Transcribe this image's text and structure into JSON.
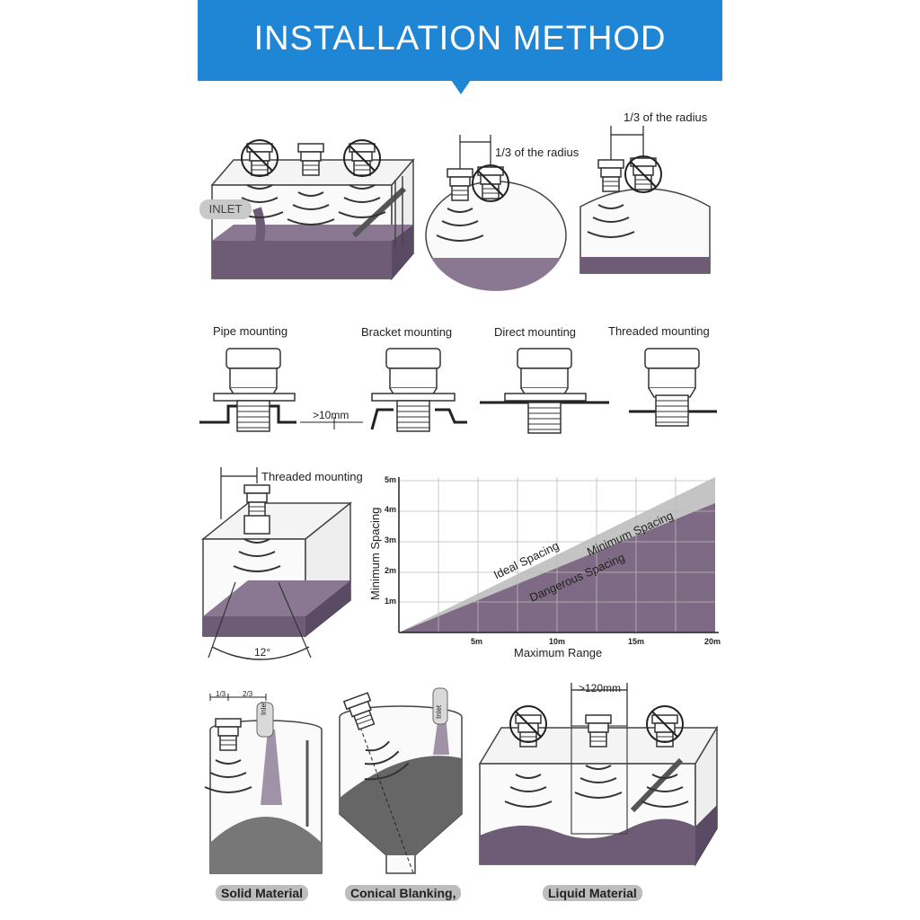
{
  "header": {
    "title": "INSTALLATION METHOD"
  },
  "top": {
    "inlet": "INLET",
    "radius_label_1": "1/3 of the radius",
    "radius_label_2": "1/3 of the radius"
  },
  "mounting": {
    "pipe": "Pipe mounting",
    "bracket": "Bracket mounting",
    "direct": "Direct mounting",
    "threaded": "Threaded mounting",
    "gap": ">10mm"
  },
  "beam": {
    "label": "Threaded mounting",
    "angle": "12°"
  },
  "chart_data": {
    "type": "area",
    "xlabel": "Maximum Range",
    "ylabel": "Minimum Spacing",
    "x_ticks": [
      "5m",
      "10m",
      "15m",
      "20m"
    ],
    "y_ticks": [
      "1m",
      "2m",
      "3m",
      "4m",
      "5m"
    ],
    "xlim": [
      0,
      20
    ],
    "ylim": [
      0,
      5
    ],
    "grid": true,
    "series": [
      {
        "name": "Dangerous Spacing",
        "x": [
          0,
          20
        ],
        "y": [
          0,
          4.2
        ]
      },
      {
        "name": "Minimum Spacing",
        "x": [
          0,
          20
        ],
        "y": [
          0,
          5
        ]
      }
    ],
    "annotations": [
      "Ideal Spacing",
      "Minimum Spacing",
      "Dangerous Spacing"
    ],
    "colors": {
      "dangerous": "#7e6a85",
      "minimum": "#c4c4c4"
    }
  },
  "bottom": {
    "solid": "Solid Material",
    "conical": "Conical Blanking,",
    "liquid": "Liquid Material",
    "gap": ">120mm",
    "frac_1": "1/3",
    "frac_2": "2/3",
    "inlet_1": "Inlet",
    "inlet_2": "Inlet"
  }
}
